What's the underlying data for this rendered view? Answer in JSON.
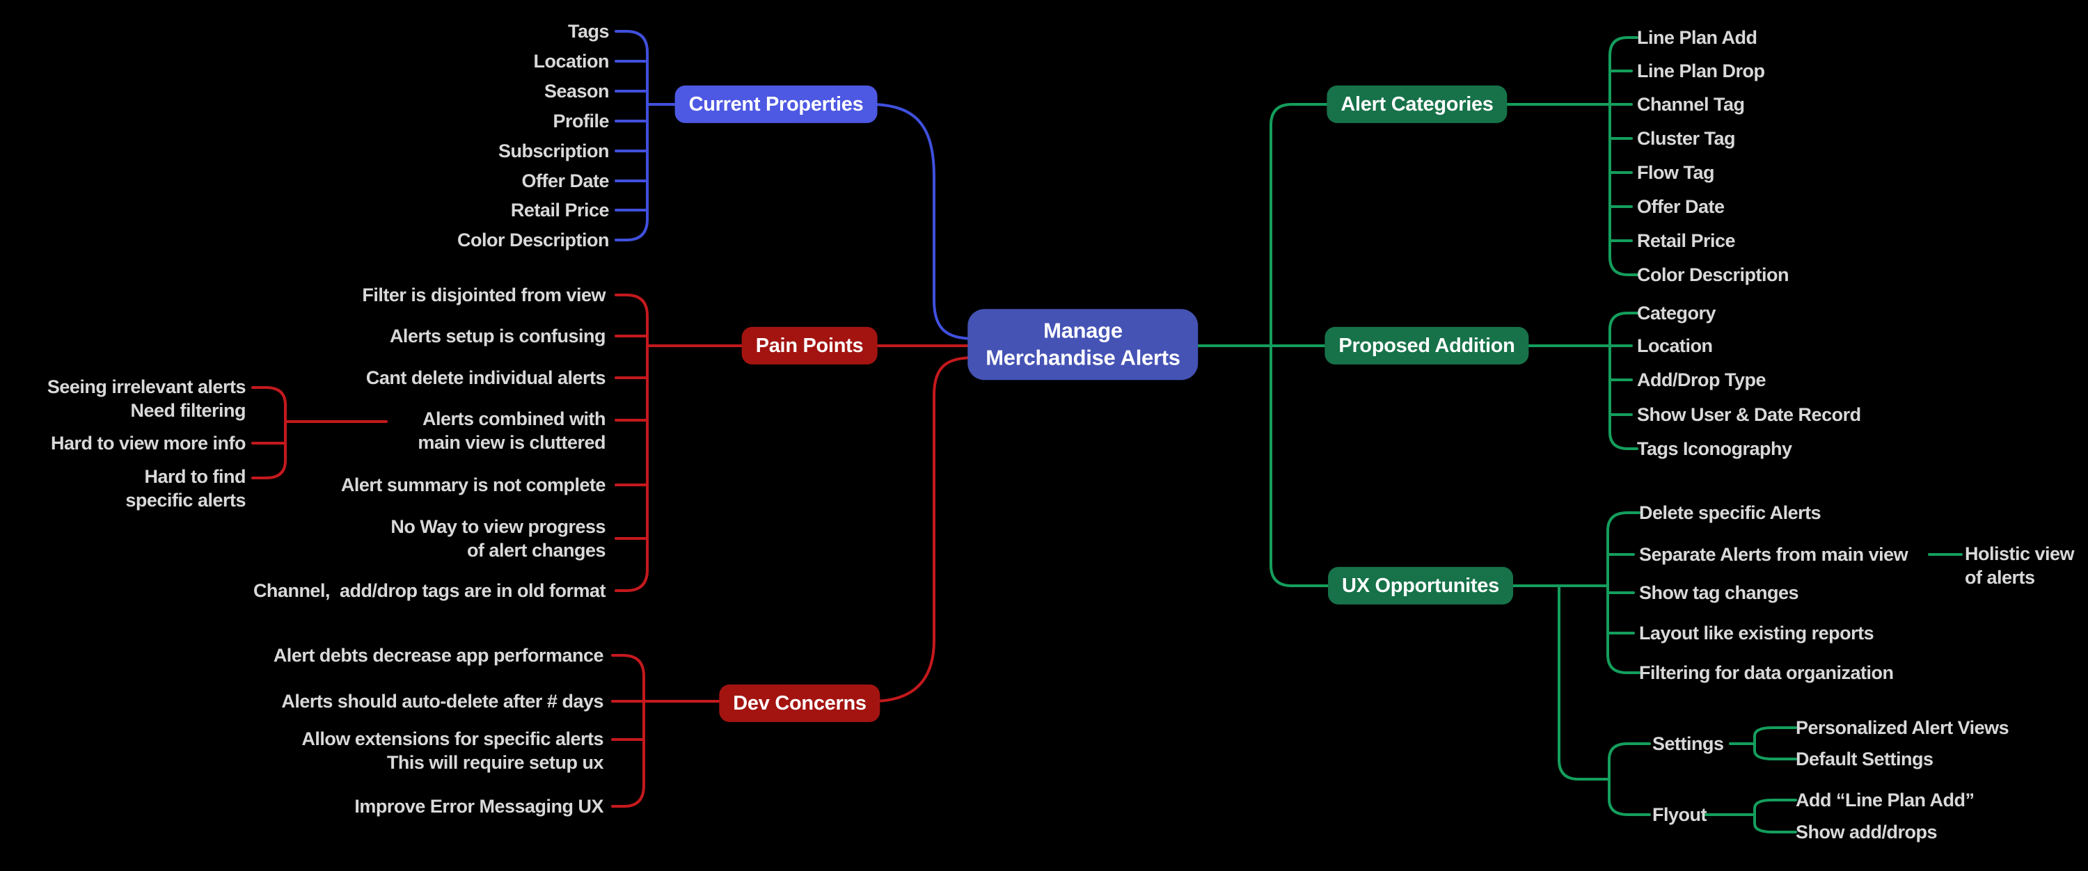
{
  "colors": {
    "background": "#000000",
    "node_central": "#4553b5",
    "node_blue": "#4d58e3",
    "node_red": "#a31411",
    "node_green": "#177249",
    "line_blue": "#4050dd",
    "line_red": "#c4191d",
    "line_green": "#149e5c",
    "label_text": "#d9d9d9",
    "node_text": "#ffffff"
  },
  "root": {
    "label": "Manage\nMerchandise Alerts"
  },
  "current_properties": {
    "label": "Current Properties",
    "children": [
      "Tags",
      "Location",
      "Season",
      "Profile",
      "Subscription",
      "Offer Date",
      "Retail Price",
      "Color Description"
    ]
  },
  "pain_points": {
    "label": "Pain Points",
    "children": [
      "Filter is disjointed from view",
      "Alerts setup is confusing",
      "Cant delete individual alerts",
      "Alerts combined with\nmain view is cluttered",
      "Alert summary is not complete",
      "No Way to view progress\nof alert changes",
      "Channel,  add/drop tags are in old format"
    ],
    "cluttered_subpoints": [
      "Seeing irrelevant alerts\nNeed filtering",
      "Hard to view more info",
      "Hard to find\nspecific alerts"
    ]
  },
  "dev_concerns": {
    "label": "Dev Concerns",
    "children": [
      "Alert debts decrease app performance",
      "Alerts should auto-delete after # days",
      "Allow extensions for specific alerts\nThis will require setup ux",
      "Improve Error Messaging UX"
    ]
  },
  "alert_categories": {
    "label": "Alert Categories",
    "children": [
      "Line Plan Add",
      "Line Plan Drop",
      "Channel Tag",
      "Cluster Tag",
      "Flow Tag",
      "Offer Date",
      "Retail Price",
      "Color Description"
    ]
  },
  "proposed_addition": {
    "label": "Proposed Addition",
    "children": [
      "Category",
      "Location",
      "Add/Drop Type",
      "Show User & Date Record",
      "Tags Iconography"
    ]
  },
  "ux_opportunites": {
    "label": "UX Opportunites",
    "children": [
      "Delete specific Alerts",
      "Separate Alerts from main view",
      "Show tag changes",
      "Layout like existing reports",
      "Filtering for data organization"
    ],
    "separate_alerts_child": "Holistic view\nof alerts",
    "settings": {
      "label": "Settings",
      "children": [
        "Personalized Alert Views",
        "Default Settings"
      ]
    },
    "flyout": {
      "label": "Flyout",
      "children": [
        "Add “Line Plan Add”",
        "Show add/drops"
      ]
    }
  }
}
